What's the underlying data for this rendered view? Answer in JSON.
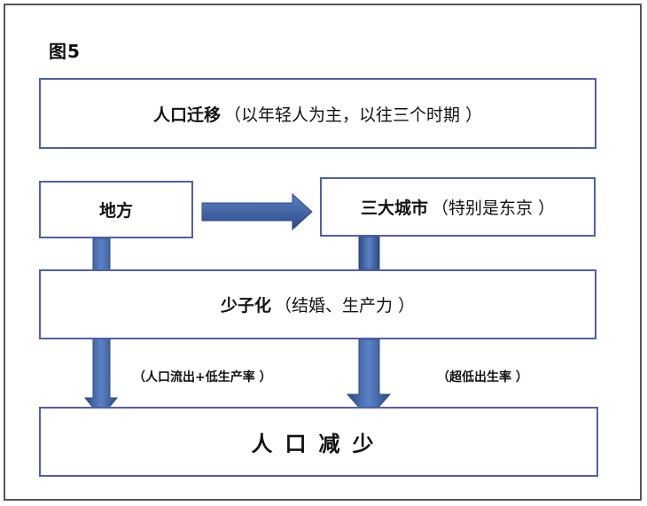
{
  "figure_label": "图5",
  "boxes": {
    "migration": {
      "main": "人口迁移",
      "note": "（以年轻人为主，以往三个时期 ）"
    },
    "local": {
      "main": "地方"
    },
    "cities": {
      "main": "三大城市",
      "note": "（特别是东京 ）"
    },
    "low_birth": {
      "main": "少子化",
      "note": "（结婚、生产力 ）"
    },
    "decline": {
      "main": "人口减少"
    }
  },
  "arrow_labels": {
    "left": "（人口流出+低生产率 ）",
    "right": "（超低出生率 ）"
  },
  "colors": {
    "border": "#4f5fa8",
    "arrow_fill": "#4a6fb0",
    "arrow_dark": "#2c4a85"
  }
}
